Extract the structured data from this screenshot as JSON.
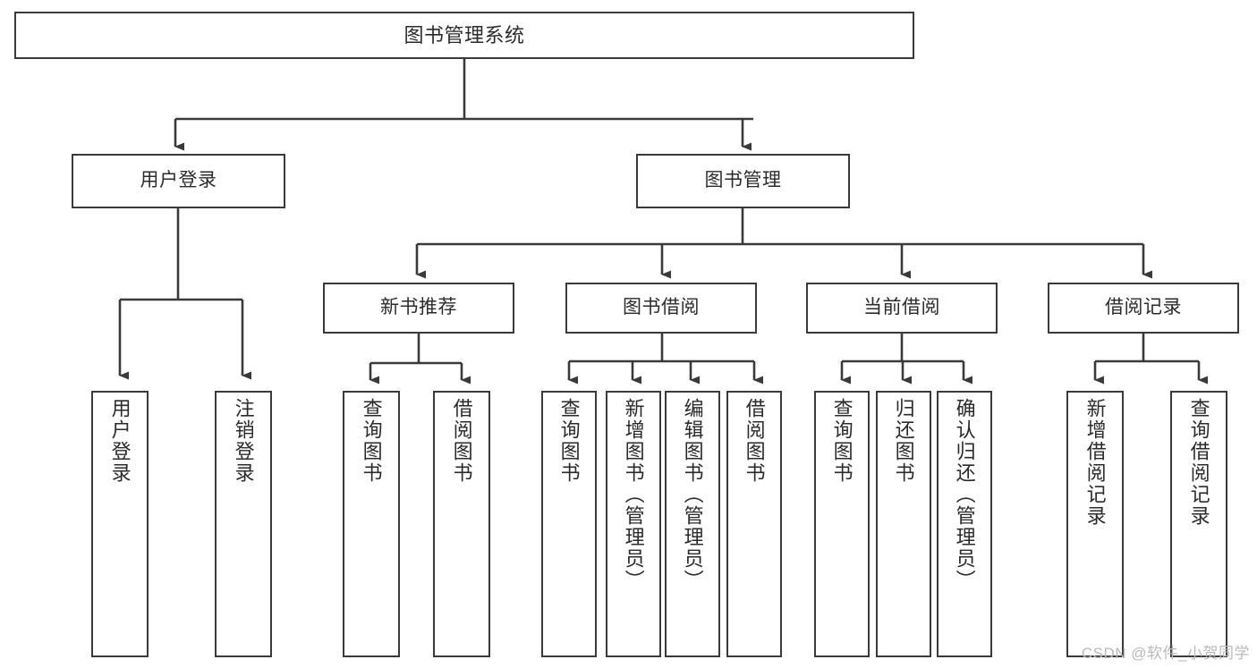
{
  "diagram": {
    "title": "图书管理系统",
    "type": "tree-hierarchy-chart",
    "watermark": "CSDN @软件_小贺同学",
    "colors": {
      "background": "#ffffff",
      "box_border": "#3a3a3a",
      "box_fill": "#ffffff",
      "text": "#2b2b2b",
      "edge": "#3a3a3a",
      "watermark": "#b9b9b9"
    }
  },
  "nodes": {
    "root": {
      "label": "图书管理系统"
    },
    "level2": [
      {
        "id": "user-login",
        "label": "用户登录"
      },
      {
        "id": "book-manage",
        "label": "图书管理"
      }
    ],
    "level3": [
      {
        "id": "new-book-recommend",
        "label": "新书推荐"
      },
      {
        "id": "book-borrow",
        "label": "图书借阅"
      },
      {
        "id": "current-borrow",
        "label": "当前借阅"
      },
      {
        "id": "borrow-record",
        "label": "借阅记录"
      }
    ],
    "leaves": {
      "user_login": [
        {
          "id": "leaf-user-login",
          "label": "用户登录"
        },
        {
          "id": "leaf-logout-login",
          "label": "注销登录"
        }
      ],
      "new_book_recommend": [
        {
          "id": "leaf-query-book-1",
          "label": "查询图书"
        },
        {
          "id": "leaf-borrow-book-1",
          "label": "借阅图书"
        }
      ],
      "book_borrow": [
        {
          "id": "leaf-query-book-2",
          "label": "查询图书"
        },
        {
          "id": "leaf-add-book",
          "label": "新增图书（管理员）"
        },
        {
          "id": "leaf-edit-book",
          "label": "编辑图书（管理员）"
        },
        {
          "id": "leaf-borrow-book-2",
          "label": "借阅图书"
        }
      ],
      "current_borrow": [
        {
          "id": "leaf-query-book-3",
          "label": "查询图书"
        },
        {
          "id": "leaf-return-book",
          "label": "归还图书"
        },
        {
          "id": "leaf-confirm-return",
          "label": "确认归还（管理员）"
        }
      ],
      "borrow_record": [
        {
          "id": "leaf-add-record",
          "label": "新增借阅记录"
        },
        {
          "id": "leaf-query-record",
          "label": "查询借阅记录"
        }
      ]
    }
  }
}
